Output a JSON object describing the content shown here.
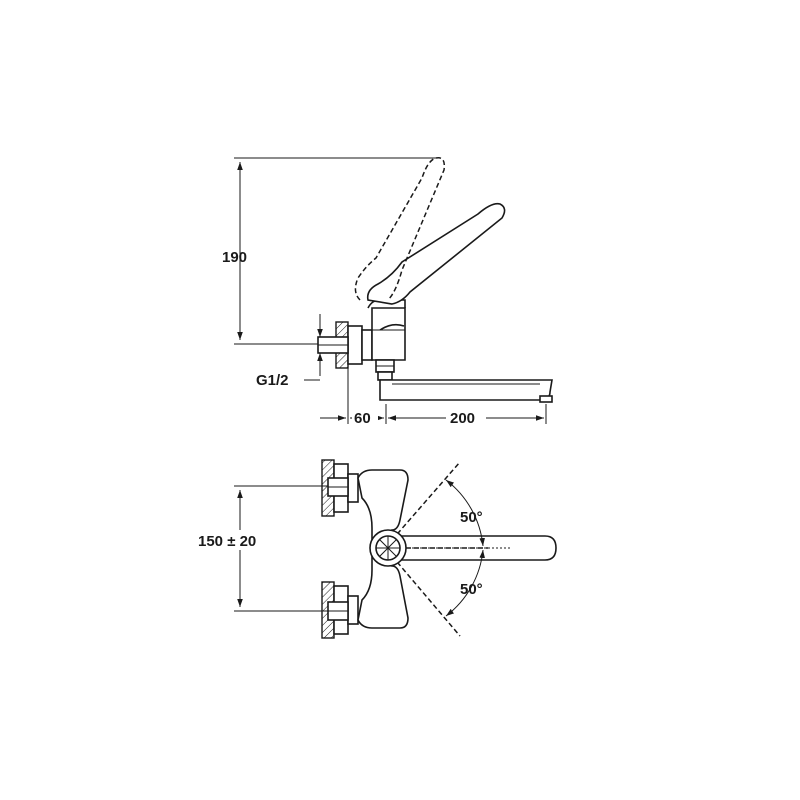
{
  "drawing": {
    "side_view": {
      "height_label": "190",
      "thread_label": "G1/2",
      "offset_label": "60",
      "spout_label": "200"
    },
    "top_view": {
      "spacing_label": "150 ± 20",
      "angle_upper_label": "50°",
      "angle_lower_label": "50°"
    },
    "colors": {
      "line": "#1a1a1a",
      "background": "#ffffff"
    }
  }
}
